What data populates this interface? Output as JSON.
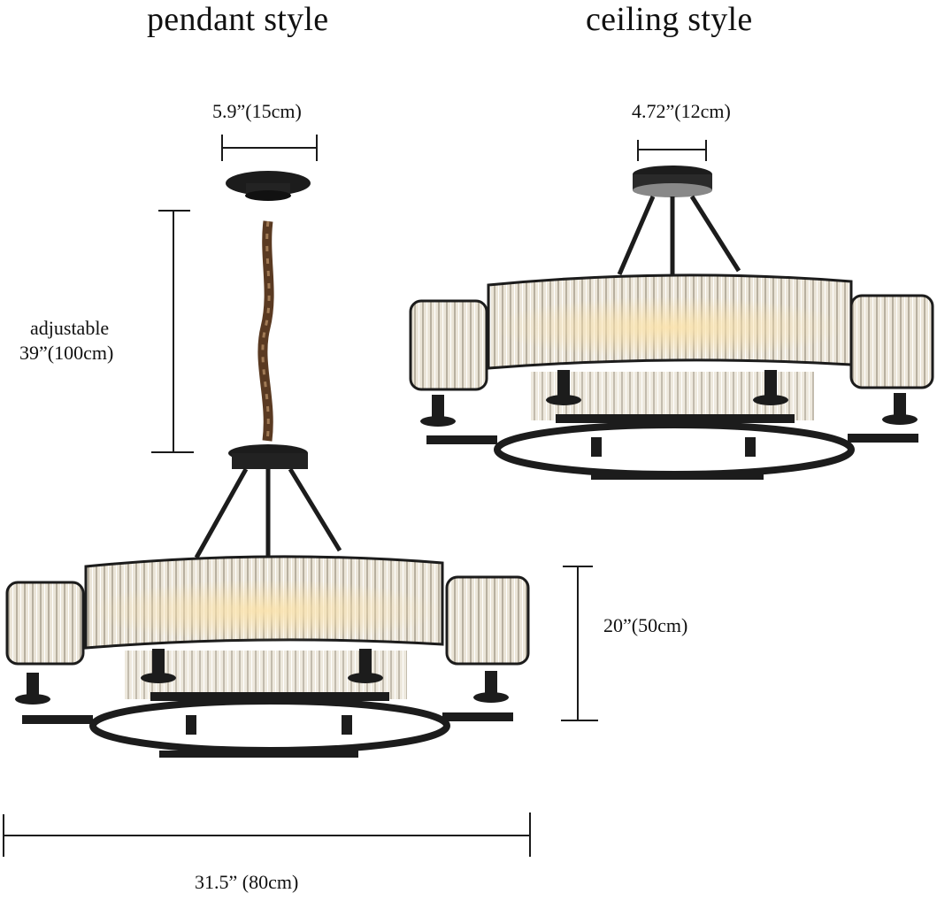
{
  "titles": {
    "pendant": "pendant style",
    "ceiling": "ceiling style"
  },
  "dimensions": {
    "pendant_canopy": "5.9”(15cm)",
    "ceiling_canopy": "4.72”(12cm)",
    "chain_line1": "adjustable",
    "chain_line2": "39”(100cm)",
    "height": "20”(50cm)",
    "width": "31.5”  (80cm)"
  },
  "colors": {
    "background": "#ffffff",
    "metal": "#1c1c1c",
    "crystal": "#e6e1d6",
    "glow": "#f3d9a0",
    "chain": "#5a3a22"
  }
}
